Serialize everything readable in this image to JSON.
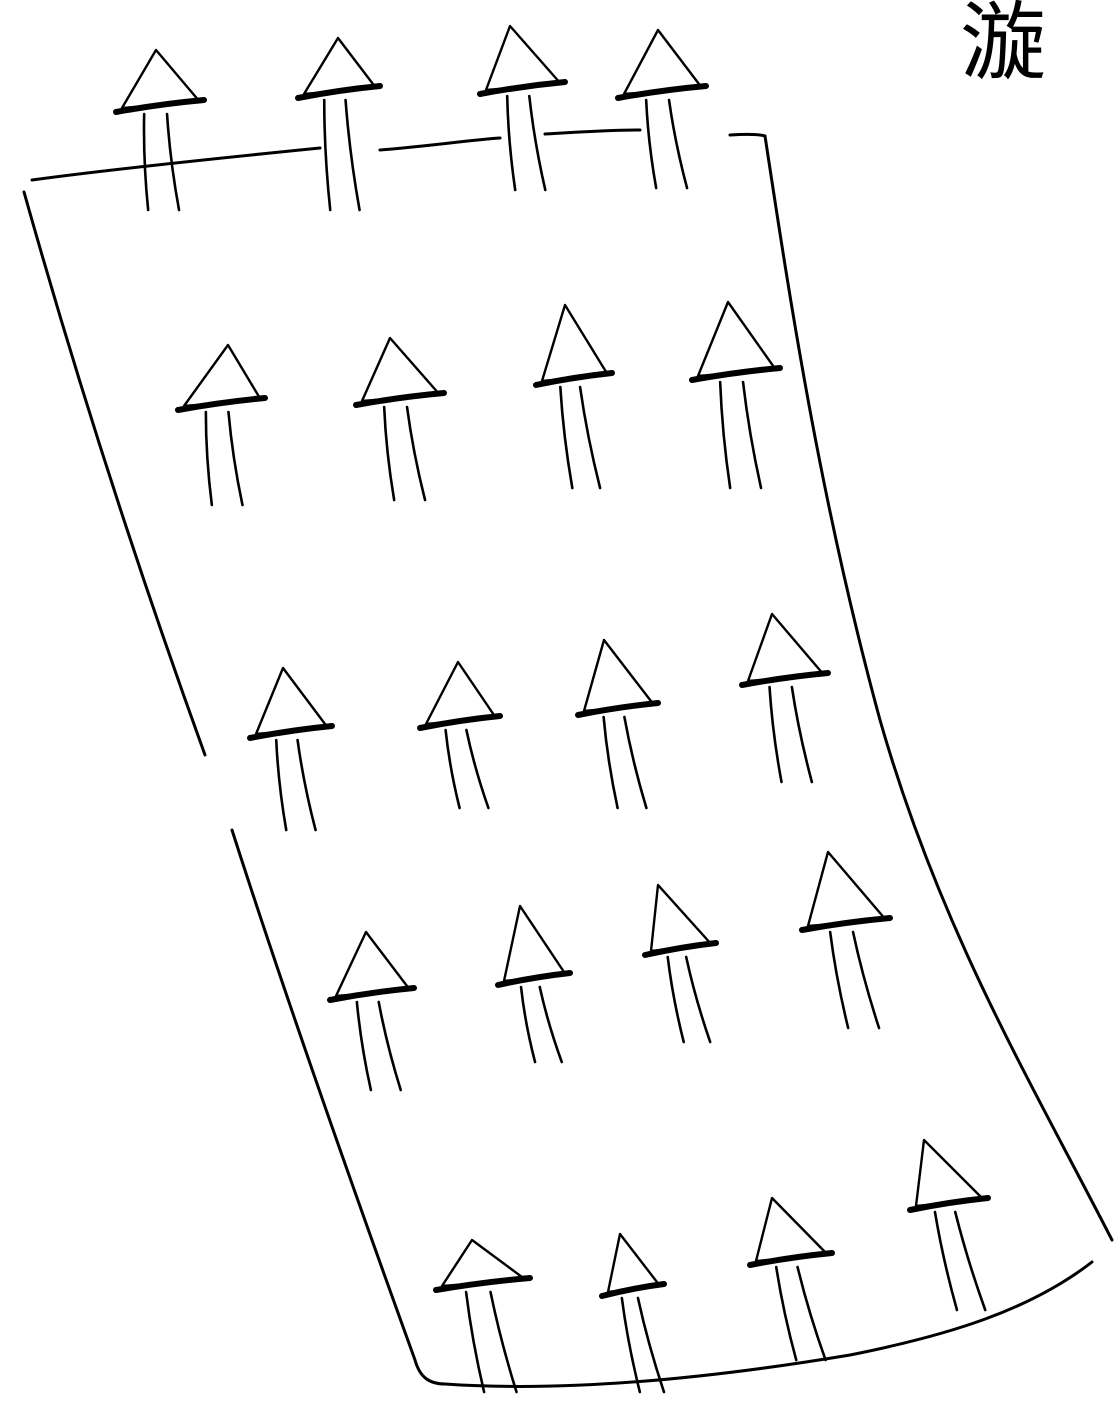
{
  "figure": {
    "caption_char": "漩",
    "ink_color": "#000000",
    "paper_color": "#ffffff",
    "description_icon": "flow-arrow-icon",
    "arrow_rows": [
      {
        "row": 1,
        "count": 4,
        "direction": "up"
      },
      {
        "row": 2,
        "count": 4,
        "direction": "up"
      },
      {
        "row": 3,
        "count": 4,
        "direction": "up"
      },
      {
        "row": 4,
        "count": 4,
        "direction": "up"
      },
      {
        "row": 5,
        "count": 4,
        "direction": "up"
      }
    ]
  }
}
